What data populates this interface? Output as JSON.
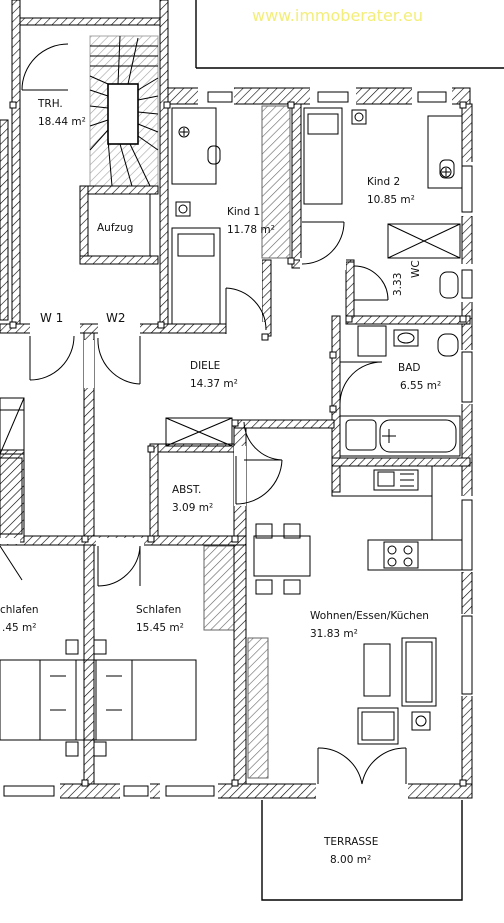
{
  "watermark": "www.immoberater.eu",
  "rooms": {
    "trh": {
      "name": "TRH.",
      "area": "18.44 m²"
    },
    "aufzug": {
      "name": "Aufzug"
    },
    "kind1": {
      "name": "Kind 1",
      "area": "11.78 m²"
    },
    "kind2": {
      "name": "Kind 2",
      "area": "10.85 m²"
    },
    "wc": {
      "name": "WC",
      "area": "3.33"
    },
    "bad": {
      "name": "BAD",
      "area": "6.55 m²"
    },
    "diele": {
      "name": "DIELE",
      "area": "14.37 m²"
    },
    "abst": {
      "name": "ABST.",
      "area": "3.09 m²"
    },
    "schlafen_left": {
      "name": "chlafen",
      "area": ".45 m²"
    },
    "schlafen": {
      "name": "Schlafen",
      "area": "15.45 m²"
    },
    "wohnen": {
      "name": "Wohnen/Essen/Küchen",
      "area": "31.83 m²"
    },
    "terrasse": {
      "name": "TERRASSE",
      "area": "8.00 m²"
    }
  },
  "unit_labels": {
    "w1": "W 1",
    "w2": "W2"
  },
  "colors": {
    "wall": "#000000",
    "hatch": "#000000",
    "bg": "#ffffff",
    "watermark": "#f3ee7a"
  }
}
